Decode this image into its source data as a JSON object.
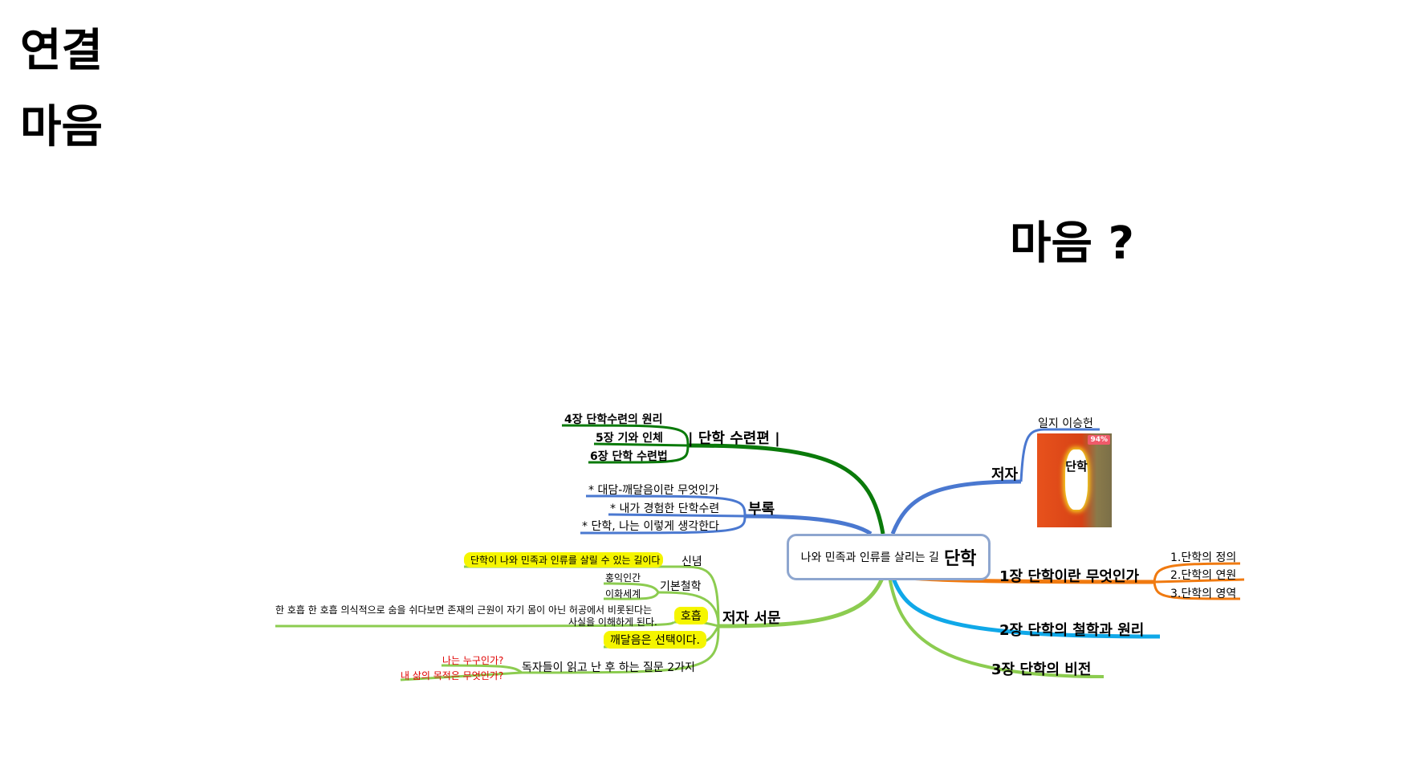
{
  "slide": {
    "title1": "연결",
    "title2": "마음",
    "question": "마음 ?"
  },
  "center": {
    "subtitle": "나와 민족과 인류를 살리는 길",
    "title": "단학"
  },
  "branches": {
    "training": {
      "label": "| 단학 수련편 |",
      "children": [
        "4장 단학수련의 원리",
        "5장 기와 인체",
        "6장 단학 수련법"
      ]
    },
    "appendix": {
      "label": "부록",
      "children": [
        "* 대담-깨달음이란 무엇인가",
        "* 내가 경험한 단학수련",
        "* 단학, 나는 이렇게 생각한다"
      ]
    },
    "preface": {
      "label": "저자 서문",
      "belief": {
        "label": "신념",
        "note": "단학이 나와 민족과 인류를 살릴 수 있는 길이다"
      },
      "philosophy": {
        "label": "기본철학",
        "children": [
          "홍익인간",
          "이화세계"
        ]
      },
      "breath": {
        "label": "호흡",
        "note1": "한 호흡 한 호흡 의식적으로 숨을 쉬다보면 존재의 근원이 자기 몸이 아닌 허공에서 비롯된다는",
        "note2": "사실을 이해하게 된다."
      },
      "enlight": {
        "label": "깨달음은 선택이다."
      },
      "questions": {
        "label": "독자들이 읽고 난 후 하는 질문 2가지",
        "children": [
          "나는 누구인가?",
          "내 삶의 목적은 무엇인가?"
        ]
      }
    },
    "author": {
      "label": "저자",
      "name": "일지  이승헌",
      "book_badge": "94%",
      "book_title": "단학"
    },
    "ch1": {
      "label": "1장 단학이란 무엇인가",
      "children": [
        "1.단학의 정의",
        "2.단학의 연원",
        "3.단학의 영역"
      ]
    },
    "ch2": {
      "label": "2장 단학의 철학과 원리"
    },
    "ch3": {
      "label": "3장 단학의 비전"
    }
  },
  "colors": {
    "green": "#0a7a0a",
    "blue": "#4a78d0",
    "lime": "#8ccc50",
    "orange": "#f07a10",
    "cyan": "#10a8e8",
    "red": "#e00000"
  }
}
